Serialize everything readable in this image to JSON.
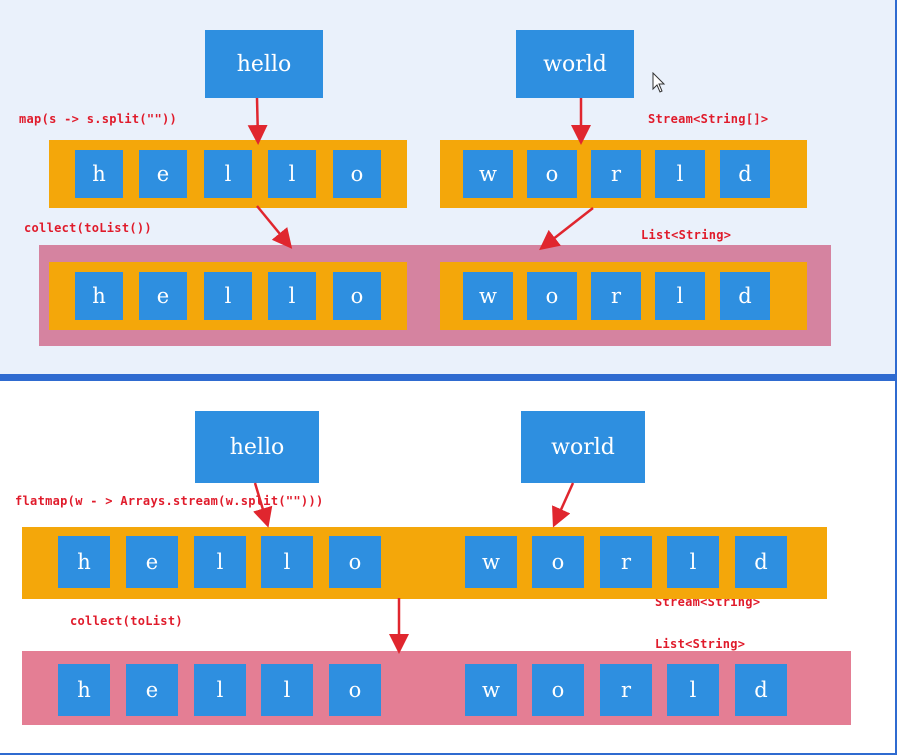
{
  "top": {
    "word_left": "hello",
    "word_right": "world",
    "map_label": "map(s -> s.split(\"\"))",
    "stream_type_label": "Stream<String[]>",
    "collect_label": "collect(toList())",
    "list_type_label": "List<String>",
    "row1_left": [
      "h",
      "e",
      "l",
      "l",
      "o"
    ],
    "row1_right": [
      "w",
      "o",
      "r",
      "l",
      "d"
    ],
    "row2_left": [
      "h",
      "e",
      "l",
      "l",
      "o"
    ],
    "row2_right": [
      "w",
      "o",
      "r",
      "l",
      "d"
    ]
  },
  "bottom": {
    "word_left": "hello",
    "word_right": "world",
    "flatmap_label": "flatmap(w - > Arrays.stream(w.split(\"\")))",
    "stream_type_label": "Stream<String>",
    "collect_label": "collect(toList)",
    "list_type_label": "List<String>",
    "row1": [
      "h",
      "e",
      "l",
      "l",
      "o",
      "w",
      "o",
      "r",
      "l",
      "d"
    ],
    "row2": [
      "h",
      "e",
      "l",
      "l",
      "o",
      "w",
      "o",
      "r",
      "l",
      "d"
    ]
  },
  "colors": {
    "accent_blue": "#2e8fe0",
    "orange": "#f4a70a",
    "pink": "#d583a0",
    "arrow_red": "#e0262e",
    "divider": "#2f6bd0"
  },
  "icons": [
    "cursor-icon"
  ]
}
